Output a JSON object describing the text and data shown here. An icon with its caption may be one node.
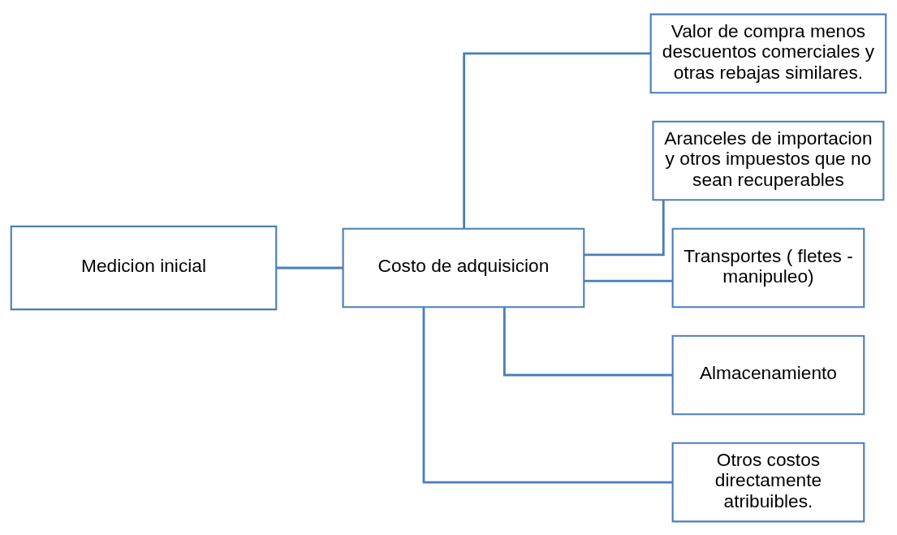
{
  "diagram": {
    "nodes": [
      {
        "text": [
          "Medicion inicial"
        ]
      },
      {
        "text": [
          "Costo de adquisicion"
        ]
      },
      {
        "text": [
          "Valor de compra menos descuentos comerciales y otras rebajas similares."
        ]
      },
      {
        "text": [
          "Aranceles de importacion y otros impuestos que no sean recuperables"
        ]
      },
      {
        "text": [
          "Transportes ( fletes - manipuleo)"
        ]
      },
      {
        "text": [
          "Almacenamiento"
        ]
      },
      {
        "text": [
          "Otros costos directamente atribuibles."
        ]
      }
    ],
    "edges": [
      {
        "from": 0,
        "to": 1,
        "arrow": "none"
      },
      {
        "from": 1,
        "to": 2,
        "arrow": "none"
      },
      {
        "from": 1,
        "to": 3,
        "arrow": "none"
      },
      {
        "from": 1,
        "to": 4,
        "arrow": "none"
      },
      {
        "from": 1,
        "to": 5,
        "arrow": "none"
      },
      {
        "from": 1,
        "to": 6,
        "arrow": "none"
      }
    ]
  }
}
